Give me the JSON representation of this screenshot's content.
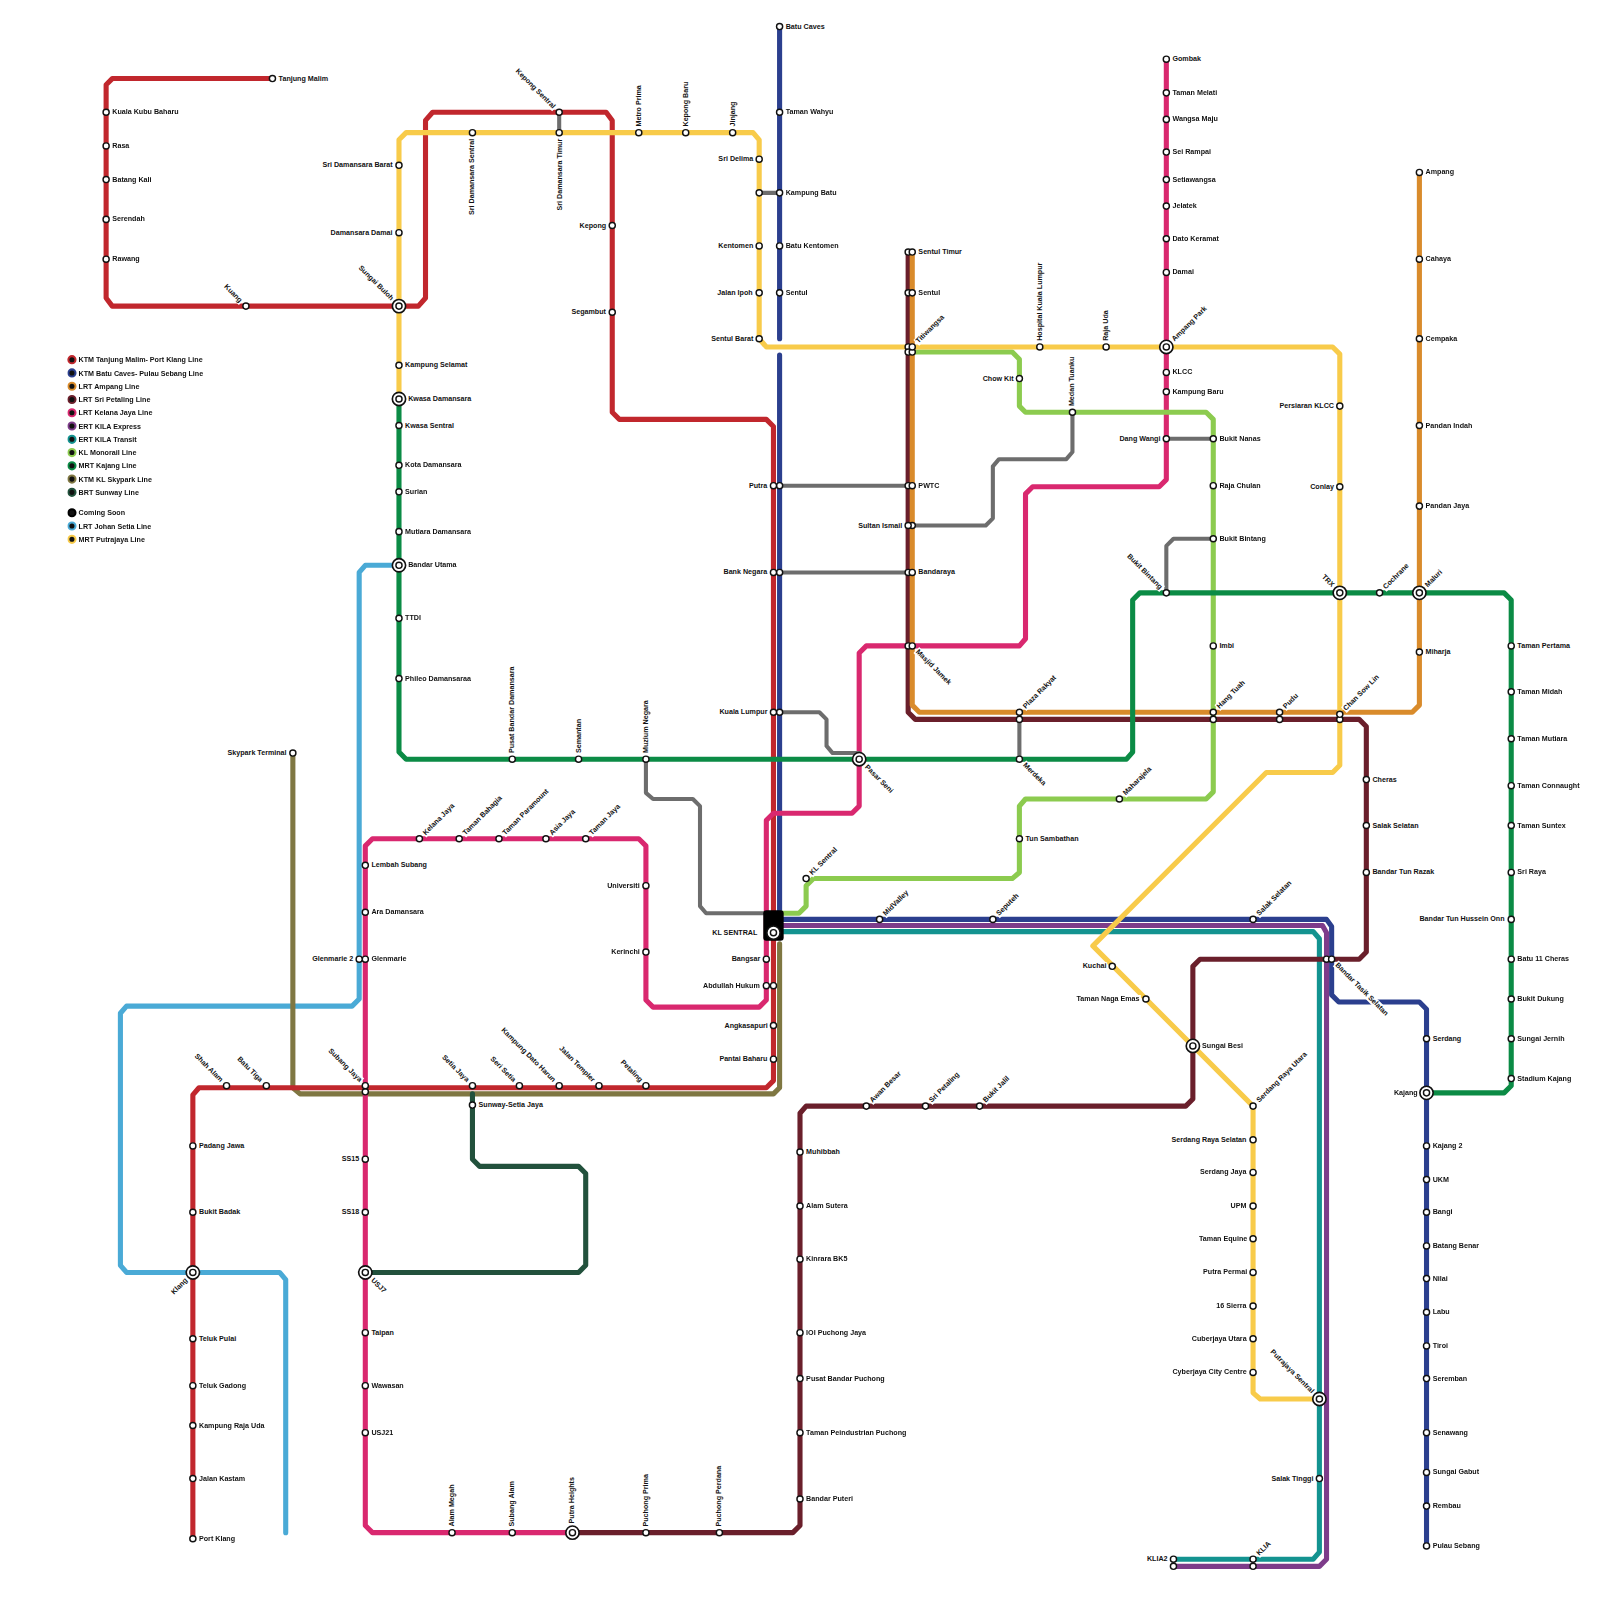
{
  "diagram": {
    "labels": [
      "Tanjung Malim",
      "Kuala Kubu Baharu",
      "Rasa",
      "Batang Kali",
      "Serendah",
      "Rawang",
      "Kuang",
      "Sungai Buloh",
      "Kepong Sentral",
      "Kepong",
      "Segambut",
      "Putra",
      "Bank Negara",
      "Kuala Lumpur",
      "KL SENTRAL",
      "Angkasapuri",
      "Pantai Baharu",
      "Petaling",
      "Jalan Templer",
      "Kampung Dato Harun",
      "Seri Setia",
      "Setia Jaya",
      "Subang Jaya",
      "Batu Tiga",
      "Shah Alam",
      "Padang Jawa",
      "Bukit Badak",
      "Klang",
      "Teluk Pulai",
      "Teluk Gadong",
      "Kampung Raja Uda",
      "Jalan Kastam",
      "Port Klang",
      "Batu Caves",
      "Taman Wahyu",
      "Kampung Batu",
      "Batu Kentomen",
      "Sentul",
      "MidValley",
      "Seputeh",
      "Salak Selatan",
      "Bandar Tasik Selatan",
      "Serdang",
      "Kajang",
      "Kajang 2",
      "UKM",
      "Bangi",
      "Batang Benar",
      "Nilai",
      "Labu",
      "Tiroi",
      "Seremban",
      "Senawang",
      "Sungai Gabut",
      "Rembau",
      "Pulau Sebang",
      "Kampung Selamat",
      "Kwasa Damansara",
      "Sri Damansara Barat",
      "Damansara Damai",
      "Sri Damansara Sentral",
      "Sri Damansara Timur",
      "Metro Prima",
      "Kepong Baru",
      "Jinjang",
      "Sri Delima",
      "Kentomen",
      "Jalan Ipoh",
      "Sentul Barat",
      "Titiwangsa",
      "Hospital Kuala Lumpur",
      "Raja Uda",
      "Ampang Park",
      "Persiaran KLCC",
      "Conlay",
      "TRX",
      "Chan Sow Lin",
      "Kuchai",
      "Taman Naga Emas",
      "Sungai Besi",
      "Serdang Raya Utara",
      "Serdang Raya Selatan",
      "Serdang Jaya",
      "UPM",
      "Taman Equine",
      "Putra Permai",
      "16 Sierra",
      "Cuberjaya Utara",
      "Cyberjaya City Centre",
      "Putrajaya Sentral",
      "Kwasa Sentral",
      "Kota Damansara",
      "Surian",
      "Mutiara Damansara",
      "Bandar Utama",
      "TTDI",
      "Phileo Damansaraa",
      "Pusat Bandar Damansara",
      "Semantan",
      "Muzium Negara",
      "Pasar Seni",
      "Merdeka",
      "Bukit Bintang",
      "Cochrane",
      "Maluri",
      "Taman Pertama",
      "Taman Midah",
      "Taman Mutiara",
      "Taman Connaught",
      "Taman Suntex",
      "Sri Raya",
      "Bandar Tun Hussein Onn",
      "Batu 11 Cheras",
      "Bukit Dukung",
      "Sungai Jernih",
      "Stadium Kajang",
      "Sentul Timur",
      "Sentul",
      "PWTC",
      "Sultan Ismail",
      "Bandaraya",
      "Masjid Jamek",
      "Plaza Rakyat",
      "Hang Tuah",
      "Pudu",
      "Miharja",
      "Pandan Jaya",
      "Pandan Indah",
      "Cempaka",
      "Cahaya",
      "Ampang",
      "Cheras",
      "Salak Selatan",
      "Bandar Tun Razak",
      "Bukit Jalil",
      "Sri Petaling",
      "Awan Besar",
      "Muhibbah",
      "Alam Sutera",
      "Kinrara BK5",
      "IOI Puchong Jaya",
      "Pusat Bandar Puchong",
      "Taman Peindustrian Puchong",
      "Bandar Puteri",
      "Puchong Perdana",
      "Puchong Prima",
      "Putra Heights",
      "Gombak",
      "Taman Melati",
      "Wangsa Maju",
      "Sei Rampai",
      "Setiawangsa",
      "Jelatek",
      "Dato Keramat",
      "Damai",
      "KLCC",
      "Kampung Baru",
      "Dang Wangi",
      "Bangsar",
      "Abdullah Hukum",
      "Kerinchi",
      "Universiti",
      "Taman Jaya",
      "Asia Jaya",
      "Taman Paramount",
      "Taman Bahagia",
      "Kelana Jaya",
      "Lembah Subang",
      "Ara Damansara",
      "Glenmarie",
      "SS15",
      "SS18",
      "USJ7",
      "Taipan",
      "Wawasan",
      "USJ21",
      "Alam Megah",
      "Subang Alam",
      "KL Sentral",
      "Tun Sambathan",
      "Maharajela",
      "Imbi",
      "Bukit Bintang",
      "Raja Chulan",
      "Bukit Nanas",
      "Medan Tuanku",
      "Chow Kit",
      "Salak Tinggi",
      "KLIA",
      "KLIA2",
      "Skypark Terminal",
      "Glenmarie 2",
      "Sunway-Setia Jaya"
    ],
    "legend": [
      {
        "text": "KTM Tanjung Malim- Port Klang Line",
        "color": "#c1272d"
      },
      {
        "text": "KTM Batu Caves- Pulau Sebang Line",
        "color": "#2b3f8e"
      },
      {
        "text": "LRT Ampang Line",
        "color": "#d98b2b"
      },
      {
        "text": "LRT Sri Petaling Line",
        "color": "#6a1f2b"
      },
      {
        "text": "LRT Kelana Jaya Line",
        "color": "#d9286f"
      },
      {
        "text": "ERT KILA Express",
        "color": "#7d3c8a"
      },
      {
        "text": "ERT KILA Transit",
        "color": "#139390"
      },
      {
        "text": "KL Monorail Line",
        "color": "#8ccb4f"
      },
      {
        "text": "MRT Kajang Line",
        "color": "#0b8b45"
      },
      {
        "text": "KTM KL Skypark Line",
        "color": "#7f7742"
      },
      {
        "text": "BRT Sunway Line",
        "color": "#22513c"
      },
      {
        "text": "Coming Soon",
        "color": "#000000"
      },
      {
        "text": "LRT Johan Setia Line",
        "color": "#4aaad6"
      },
      {
        "text": "MRT Putrajaya Line",
        "color": "#f8cb4a"
      }
    ]
  }
}
